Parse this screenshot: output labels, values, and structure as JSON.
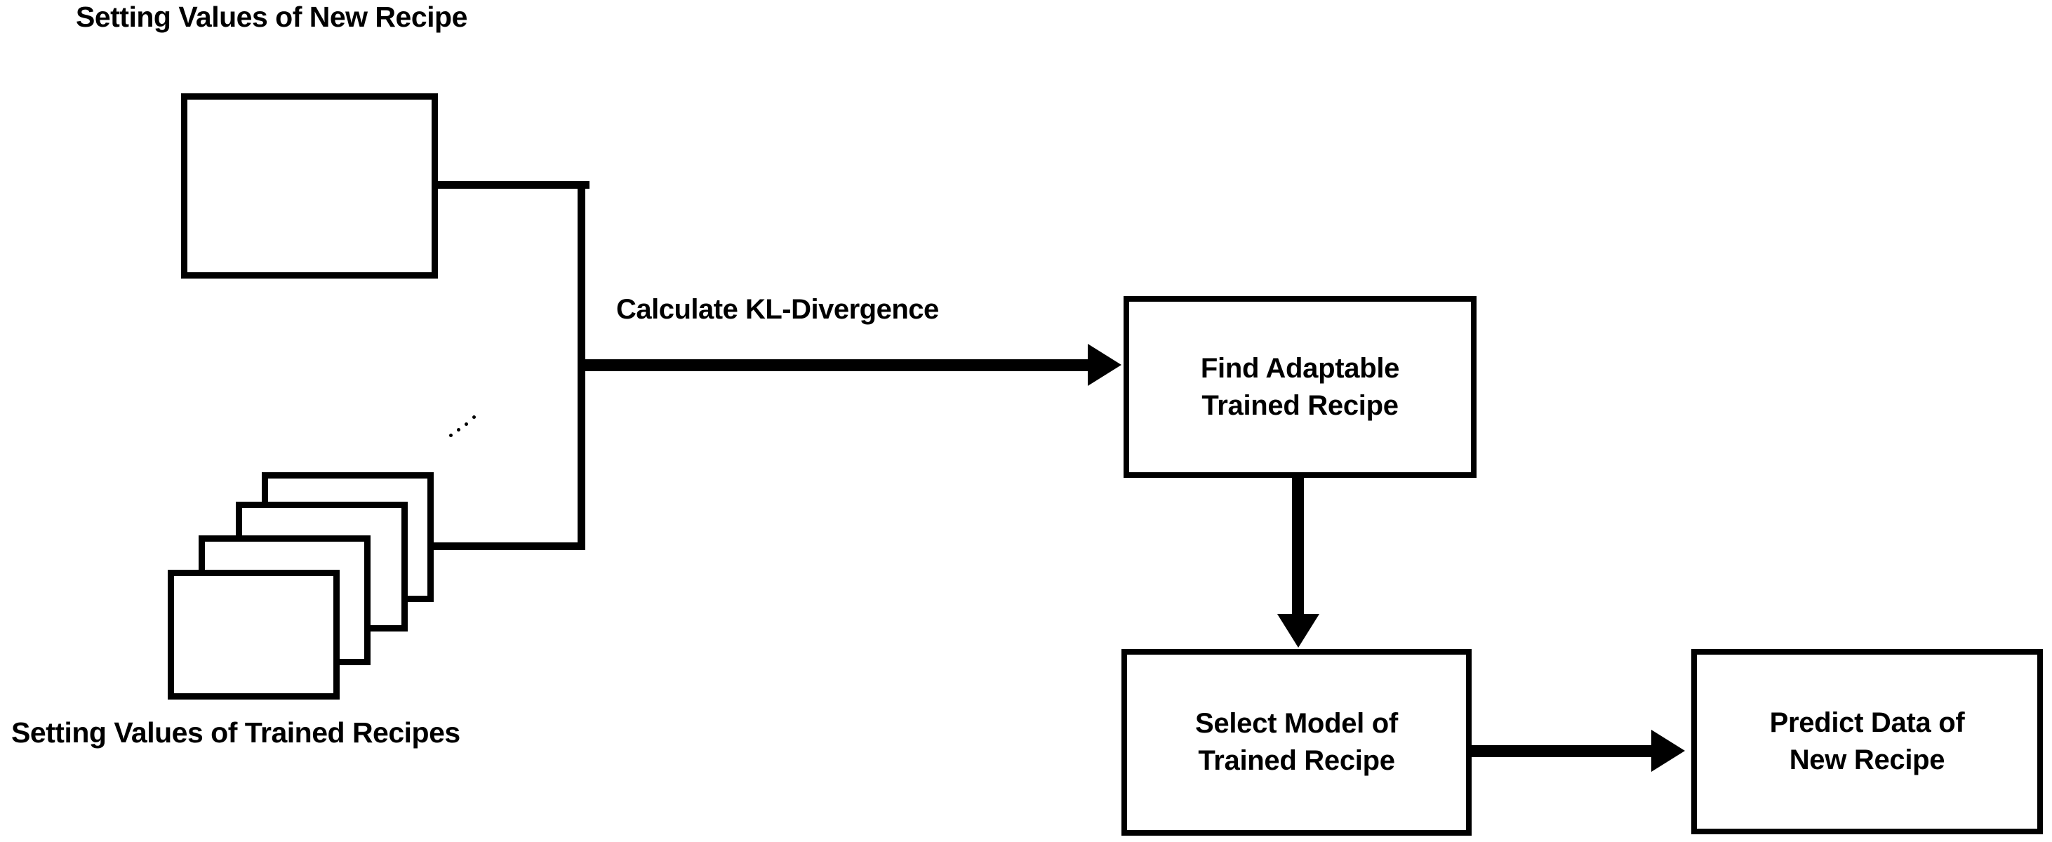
{
  "diagram": {
    "title_top": "Setting Values of New Recipe",
    "title_bottom": "Setting Values of Trained Recipes",
    "edge_label": "Calculate KL-Divergence",
    "ellipsis_marker": "diagonal-dots",
    "colors": {
      "stroke": "#000000",
      "fill": "#ffffff",
      "text": "#000000"
    },
    "nodes": [
      {
        "id": "new-recipe-box",
        "label": ""
      },
      {
        "id": "trained-recipes-stack",
        "label": ""
      },
      {
        "id": "find-adaptable",
        "line1": "Find Adaptable",
        "line2": "Trained Recipe"
      },
      {
        "id": "select-model",
        "line1": "Select Model of",
        "line2": "Trained Recipe"
      },
      {
        "id": "predict-data",
        "line1": "Predict Data of",
        "line2": "New Recipe"
      }
    ],
    "edges": [
      {
        "from": "inputs",
        "to": "find-adaptable",
        "label": "Calculate KL-Divergence",
        "direction": "right"
      },
      {
        "from": "find-adaptable",
        "to": "select-model",
        "label": "",
        "direction": "down"
      },
      {
        "from": "select-model",
        "to": "predict-data",
        "label": "",
        "direction": "right"
      }
    ]
  }
}
